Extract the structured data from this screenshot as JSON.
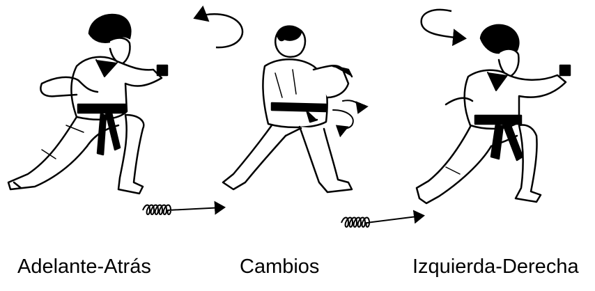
{
  "captions": {
    "forward_back": "Adelante-Atrás",
    "changes": "Cambios",
    "left_right": "Izquierda-Derecha"
  },
  "colors": {
    "ink": "#000000",
    "background": "#ffffff"
  }
}
